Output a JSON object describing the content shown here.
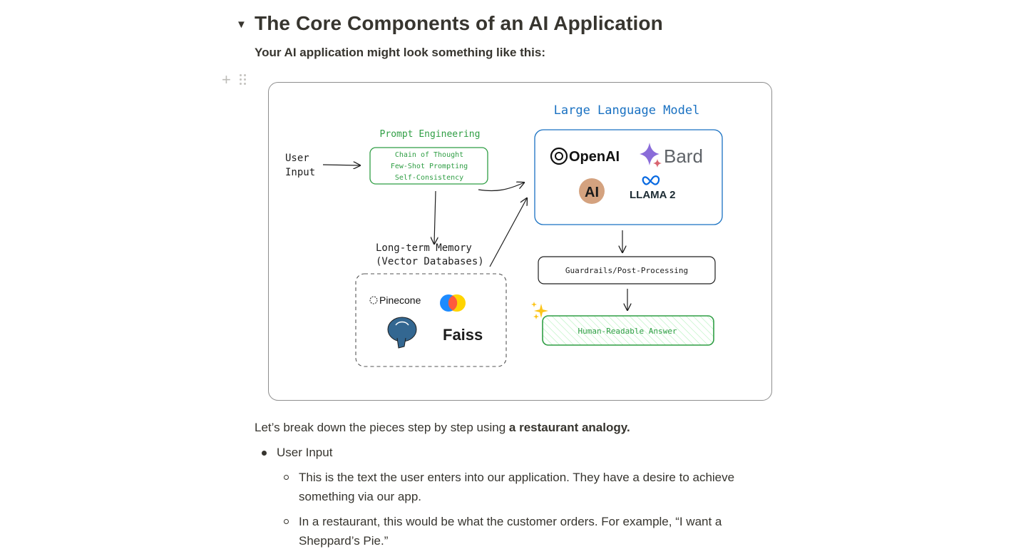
{
  "heading": {
    "toggle_icon": "triangle-down",
    "title": "The Core Components of an AI Application",
    "subtitle": "Your AI application might look something like this:"
  },
  "block_handles": {
    "add_icon": "+",
    "drag_icon": "drag-dots"
  },
  "diagram": {
    "user_input": [
      "User",
      "Input"
    ],
    "prompt_engineering": {
      "title": "Prompt Engineering",
      "techniques": [
        "Chain of Thought",
        "Few-Shot Prompting",
        "Self-Consistency"
      ],
      "color": "#2f9e44"
    },
    "llm": {
      "title": "Large Language Model",
      "color": "#1971c2",
      "providers": [
        "OpenAI",
        "Bard",
        "AI",
        "LLAMA 2"
      ]
    },
    "memory": {
      "title": [
        "Long-term Memory",
        "(Vector Databases)"
      ],
      "providers": [
        "Pinecone",
        "Faiss"
      ]
    },
    "guardrails": "Guardrails/Post-Processing",
    "answer": "Human-Readable Answer"
  },
  "body": {
    "intro_plain": "Let’s break down the pieces step by step using ",
    "intro_bold": "a restaurant analogy.",
    "list": [
      {
        "label": "User Input",
        "children": [
          [
            "This is the text the user enters into our application. They have a desire to achieve",
            "something via our app."
          ],
          [
            "In a restaurant, this would be what the customer orders. For example, “I want a",
            "Sheppard’s Pie.”"
          ]
        ]
      }
    ]
  }
}
